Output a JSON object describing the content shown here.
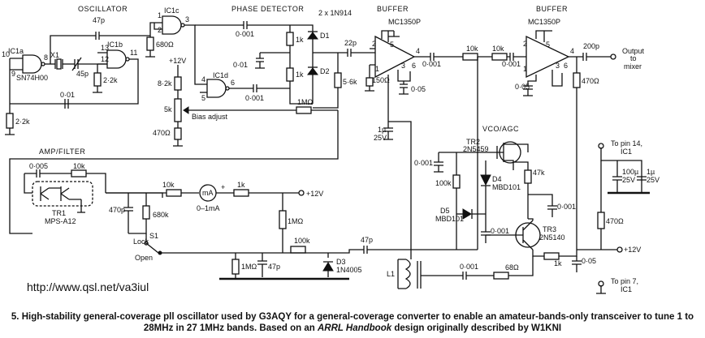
{
  "sections": {
    "oscillator": "OSCILLATOR",
    "phase_detector": "PHASE DETECTOR",
    "buffer1": "BUFFER",
    "buffer2": "BUFFER",
    "vco_agc": "VCO/AGC",
    "amp_filter": "AMP/FILTER"
  },
  "ics": {
    "ic1a": "IC1a",
    "ic1a_part": "SN74H00",
    "ic1b": "IC1b",
    "ic1c": "IC1c",
    "ic1d": "IC1d",
    "mc1350p_1": "MC1350P",
    "mc1350p_2": "MC1350P"
  },
  "transistors": {
    "tr1": "TR1",
    "tr1_part": "MPS-A12",
    "tr2": "TR2",
    "tr2_part": "2N5459",
    "tr3": "TR3",
    "tr3_part": "2N5140"
  },
  "diodes": {
    "d1": "D1",
    "d2": "D2",
    "d1_d2_part": "2 x 1N914",
    "d3": "D3",
    "d3_part": "1N4005",
    "d4": "D4",
    "d4_part": "MBD101",
    "d5": "D5",
    "d5_part": "MBD101"
  },
  "components": {
    "x1": "X1",
    "c_47p_osc": "47p",
    "c_45p": "45p",
    "r_2k2_osc": "2·2k",
    "c_0001_osc": "0·01",
    "r_2k2_left": "2·2k",
    "r_680": "680Ω",
    "c_0001_pd1": "0·001",
    "c_001_pd": "0·01",
    "c_0001_pd2": "0·001",
    "r_1k_pd1": "1k",
    "r_1k_pd2": "1k",
    "c_22p": "22p",
    "r_5k6": "5·6k",
    "supply_12v_top": "+12V",
    "r_8k2": "8·2k",
    "pot_5k": "5k",
    "r_470_bias": "470Ω",
    "bias_adjust": "Bias adjust",
    "r_1m_bias": "1MΩ",
    "r_150": "150Ω",
    "c_005_b1": "0·05",
    "c_1u": "1µ",
    "c_1u_v": "25V",
    "c_0001_b": "0·001",
    "r_10k_b1": "10k",
    "r_10k_b2": "10k",
    "c_0001_b2": "0·001",
    "c_005_b2": "0·05",
    "c_200p": "200p",
    "r_470_out": "470Ω",
    "output_label": "Output",
    "output_to": "to",
    "output_mixer": "mixer",
    "c_0005_amp": "0·005",
    "r_10k_amp": "10k",
    "c_470p_amp": "470p",
    "r_680k": "680k",
    "r_10k_meter": "10k",
    "meter": "mA",
    "meter_range": "0–1mA",
    "r_1k_meter": "1k",
    "supply_12v_amp": "+12V",
    "r_1m_amp": "1MΩ",
    "s1": "S1",
    "s1_lock": "Lock",
    "s1_open": "Open",
    "r_1m_bot": "1MΩ",
    "c_47p_bot": "47p",
    "r_100k": "100k",
    "c_47p_vco": "47p",
    "c_0001_vco": "0·001",
    "r_100k_vco": "100k",
    "r_47k": "47k",
    "c_0001_vco2": "0·001",
    "c_0001_vco3": "0·001",
    "l1": "L1",
    "c_0001_l1": "0·001",
    "r_68": "68Ω",
    "r_1k_tr3": "1k",
    "c_005_tr3": "0·05",
    "supply_12v_tr3": "+12V",
    "pin14": "To pin 14,",
    "pin14_ic": "IC1",
    "c_100u": "100µ",
    "c_100u_v": "25V",
    "c_1u_r": "1µ",
    "c_1u_r_v": "25V",
    "r_470_r": "470Ω",
    "pin7": "To pin 7,",
    "pin7_ic": "IC1",
    "plus": "+"
  },
  "pins": {
    "p10": "10",
    "p9": "9",
    "p13": "13",
    "p12": "12",
    "p11": "11",
    "p8": "8",
    "p1": "1",
    "p2": "2",
    "p3": "3",
    "p4": "4",
    "p5": "5",
    "p6": "6",
    "b1_2": "2",
    "b1_1": "1",
    "b1_4": "4",
    "b1_5": "5",
    "b1_3": "3",
    "b1_6": "6",
    "b2_2": "2",
    "b2_1": "1",
    "b2_4": "4",
    "b2_5": "5",
    "b2_3": "3",
    "b2_6": "6"
  },
  "url": "http://www.qsl.net/va3iul",
  "caption": {
    "line1": "5. High-stability general-coverage pll oscillator used by G3AQY for a general-coverage converter to enable an amateur-bands-only transceiver to tune 1 to",
    "line2_a": "28MHz in 27 1MHz bands. Based on an ",
    "line2_italic": "ARRL Handbook",
    "line2_b": " design originally described by W1KNI"
  }
}
